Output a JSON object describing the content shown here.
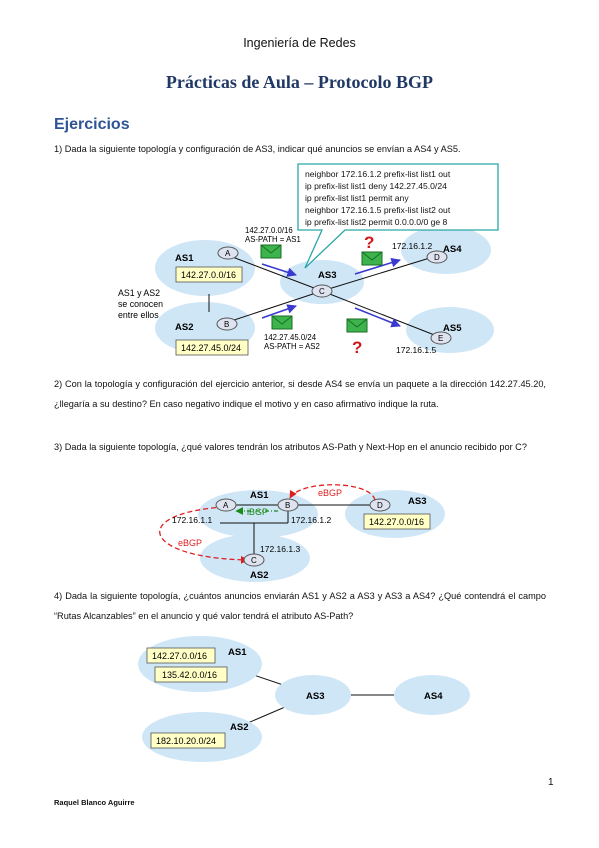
{
  "header": "Ingeniería de Redes",
  "title": "Prácticas de Aula – Protocolo BGP",
  "section_title": "Ejercicios",
  "exercises": [
    {
      "text": "1) Dada la siguiente topología y configuración de AS3, indicar qué anuncios se envían a AS4 y AS5."
    },
    {
      "text": "2) Con la topología y configuración del ejercicio anterior, si desde AS4 se envía un paquete a la dirección 142.27.45.20, ¿llegaría a su destino? En caso negativo indique el motivo y en caso afirmativo indique la ruta."
    },
    {
      "text": "3) Dada la siguiente topología, ¿qué valores tendrán los atributos AS-Path y Next-Hop en el anuncio recibido por C?"
    },
    {
      "text": "4) Dada la siguiente topología, ¿cuántos anuncios enviarán AS1 y AS2 a AS3 y AS3 a AS4? ¿Qué contendrá el campo “Rutas Alcanzables” en el anuncio y qué valor tendrá el atributo AS-Path?"
    }
  ],
  "diagram1": {
    "config_lines": [
      "neighbor 172.16.1.2  prefix-list list1 out",
      "ip prefix-list list1 deny 142.27.45.0/24",
      "ip prefix-list list1 permit any",
      "neighbor 172.16.1.5  prefix-list list2 out",
      "ip prefix-list list2 permit 0.0.0.0/0 ge 8"
    ],
    "as1": "AS1",
    "as1_prefix": "142.27.0.0/16",
    "as2": "AS2",
    "as2_prefix": "142.27.45.0/24",
    "as3": "AS3",
    "as4": "AS4",
    "as5": "AS5",
    "note": [
      "AS1 y AS2",
      "se conocen",
      "entre ellos"
    ],
    "ann1": [
      "142.27.0.0/16",
      "AS-PATH = AS1"
    ],
    "ann2": [
      "142.27.45.0/24",
      "AS-PATH = AS2"
    ],
    "ip_as4": "172.16.1.2",
    "ip_as5": "172.16.1.5",
    "router_a": "A",
    "router_b": "B",
    "router_c": "C",
    "router_d": "D",
    "router_e": "E",
    "question_mark": "?"
  },
  "diagram2": {
    "as1": "AS1",
    "as2": "AS2",
    "as3": "AS3",
    "ebgp": "eBGP",
    "ibgp": "iBGP",
    "ip_a": "172.16.1.1",
    "ip_b": "172.16.1.2",
    "ip_c": "172.16.1.3",
    "prefix": "142.27.0.0/16",
    "router_a": "A",
    "router_b": "B",
    "router_c": "C",
    "router_d": "D"
  },
  "diagram3": {
    "as1": "AS1",
    "as1_prefixes": [
      "142.27.0.0/16",
      "135.42.0.0/16"
    ],
    "as2": "AS2",
    "as2_prefix": "182.10.20.0/24",
    "as3": "AS3",
    "as4": "AS4"
  },
  "page_number": "1",
  "footer": "Raquel Blanco Aguirre",
  "colors": {
    "cloud": "#cfe6f7",
    "prefix_box": "#ffffc6",
    "title": "#1f3864",
    "section": "#2f5496",
    "ebgp": "#e02020",
    "ibgp": "#1a8a1a",
    "envelope": "#3cb44b",
    "arrow": "#3a3ad0"
  }
}
